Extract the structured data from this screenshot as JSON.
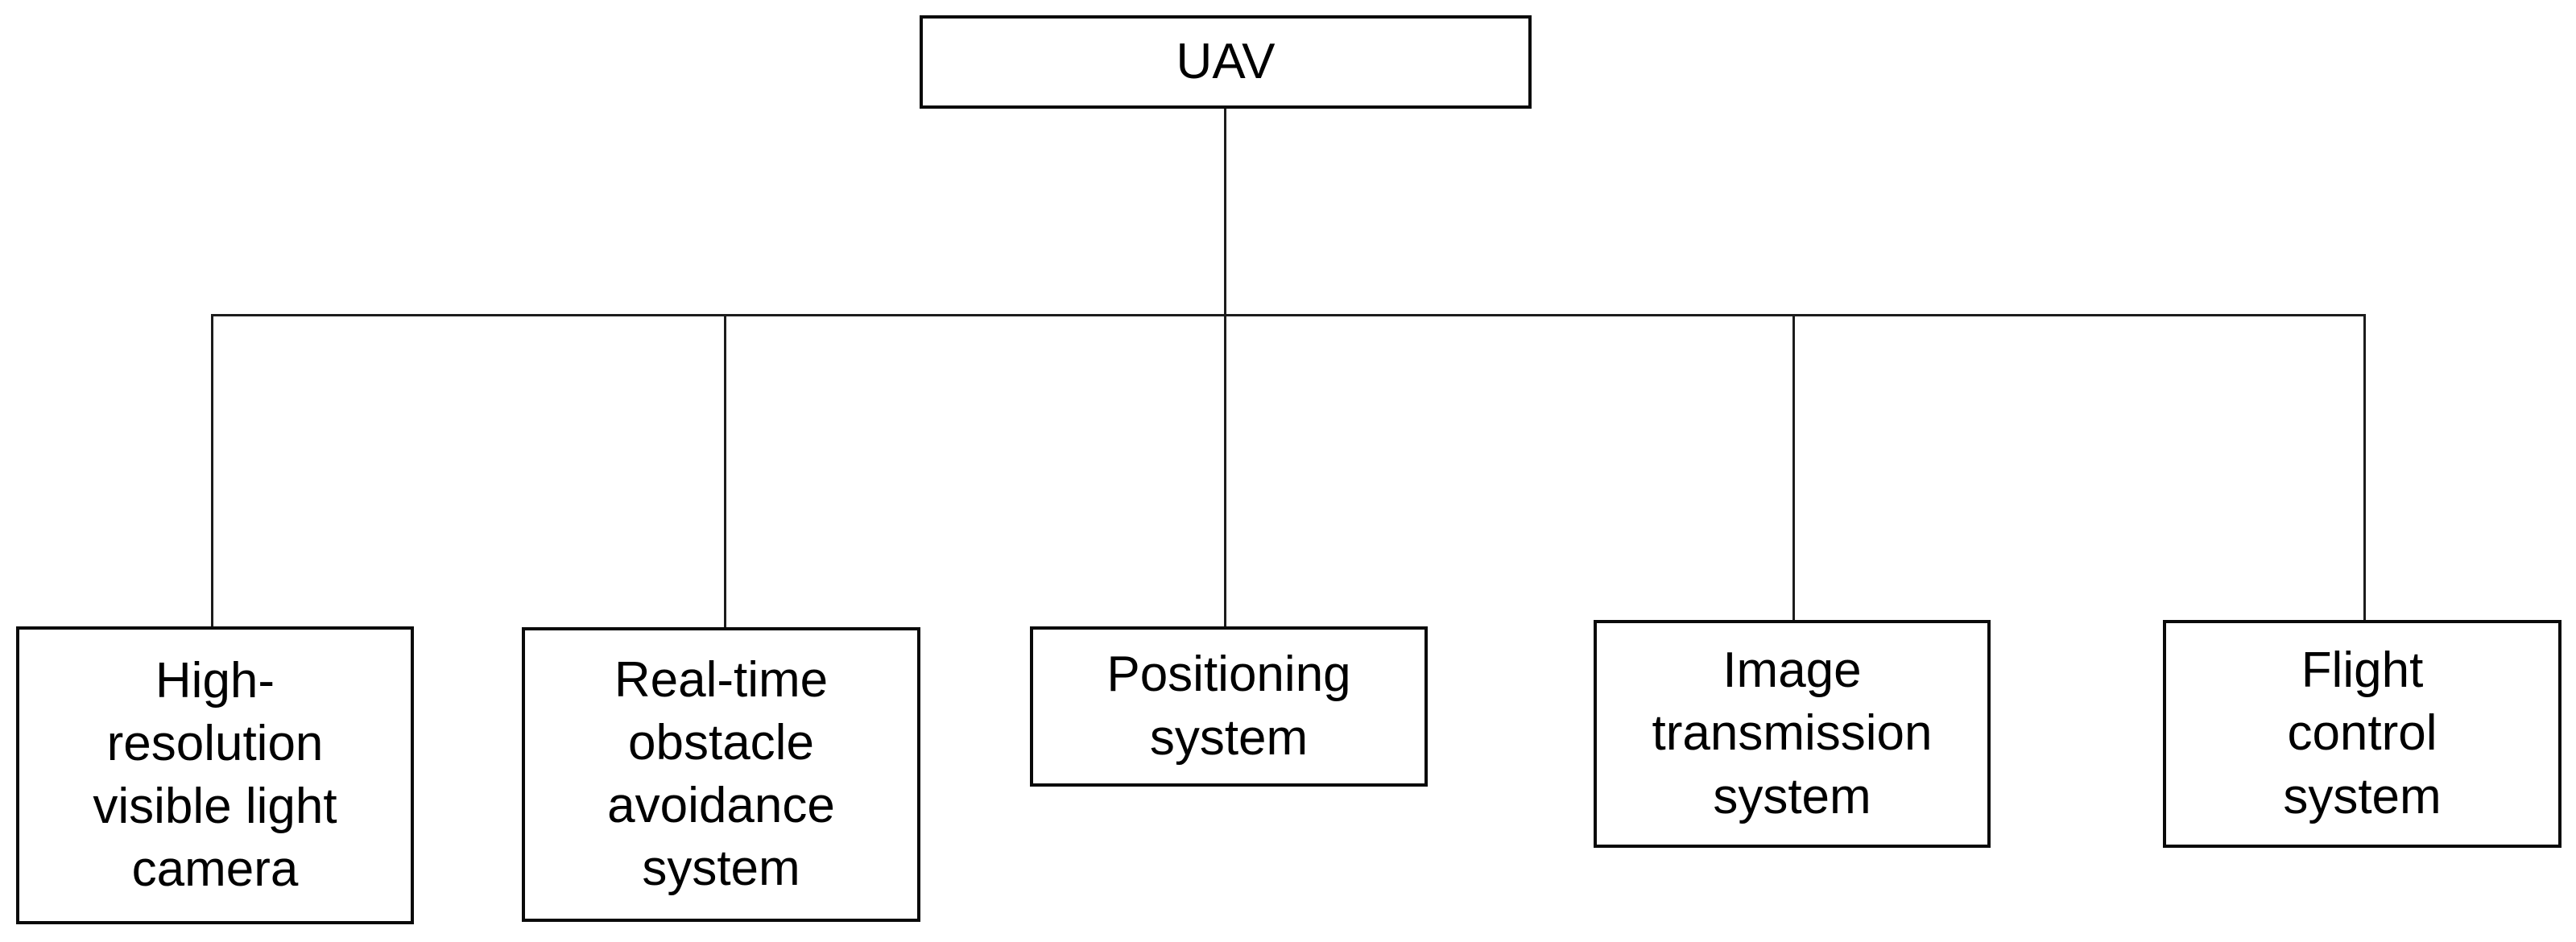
{
  "diagram": {
    "type": "hierarchy",
    "root": {
      "label": "UAV"
    },
    "children": [
      {
        "label": "High-\nresolution\nvisible light\ncamera"
      },
      {
        "label": "Real-time\nobstacle\navoidance\nsystem"
      },
      {
        "label": "Positioning\nsystem"
      },
      {
        "label": "Image\ntransmission\nsystem"
      },
      {
        "label": "Flight\ncontrol\nsystem"
      }
    ]
  },
  "colors": {
    "background": "#ffffff",
    "box_border": "#0a0a0a",
    "connector_line": "#1c1c1c",
    "text": "#000000"
  }
}
